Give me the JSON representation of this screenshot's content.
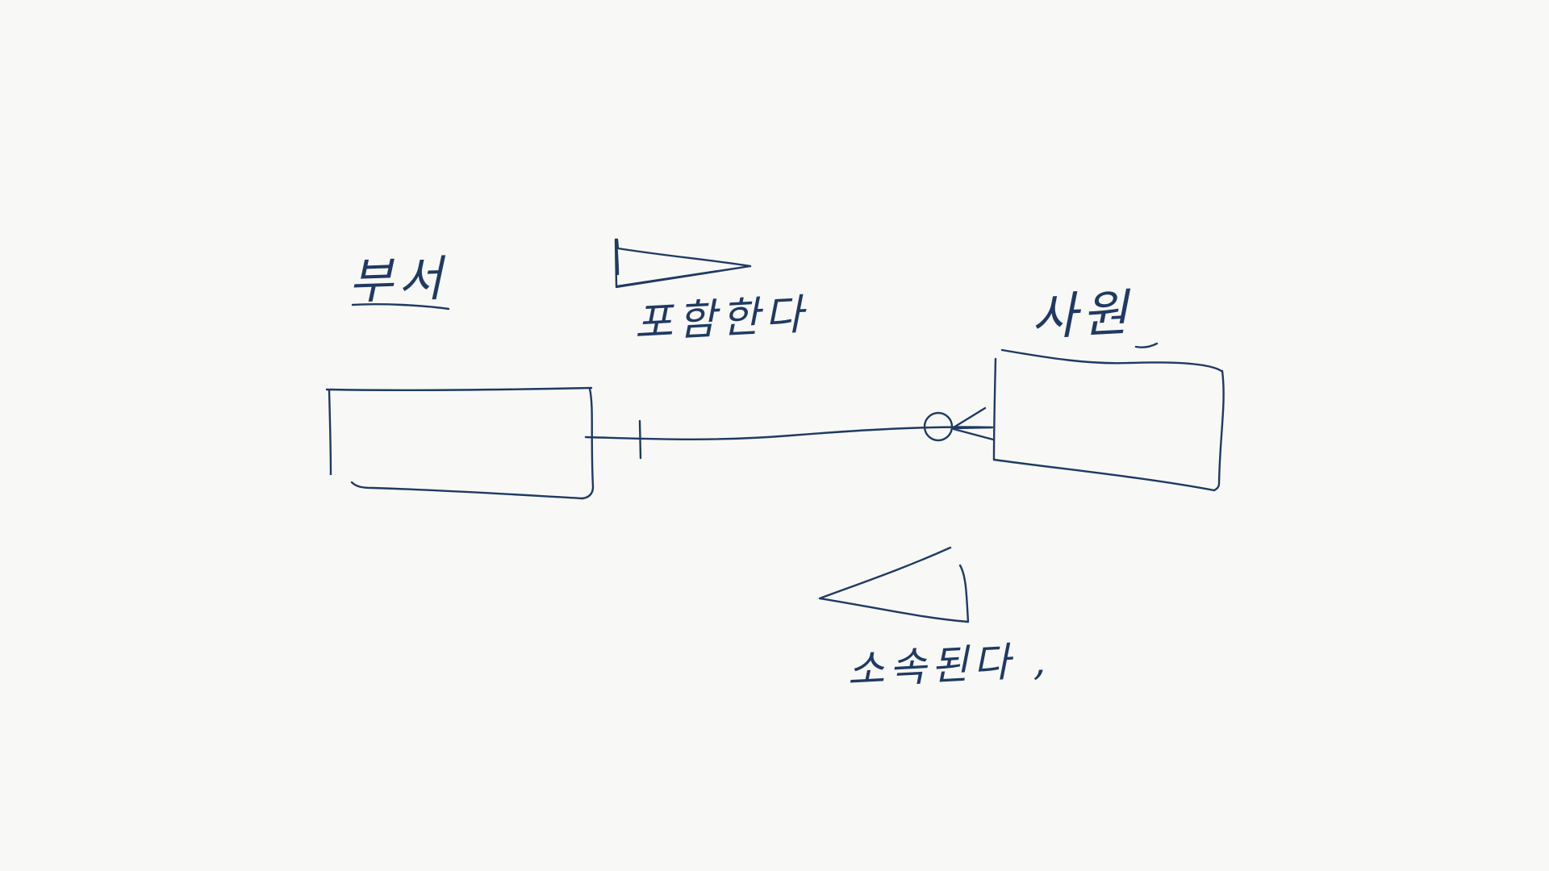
{
  "diagram": {
    "entities": [
      {
        "id": "dept",
        "name": "부서"
      },
      {
        "id": "emp",
        "name": "사원"
      }
    ],
    "relationship": {
      "from": "dept",
      "to": "emp",
      "from_cardinality": "one",
      "to_cardinality": "zero-or-many",
      "forward_label": "포함한다",
      "reverse_label": "소속된다 ,"
    },
    "ink_color": "#1f3a63",
    "background_color": "#f8f8f6"
  }
}
